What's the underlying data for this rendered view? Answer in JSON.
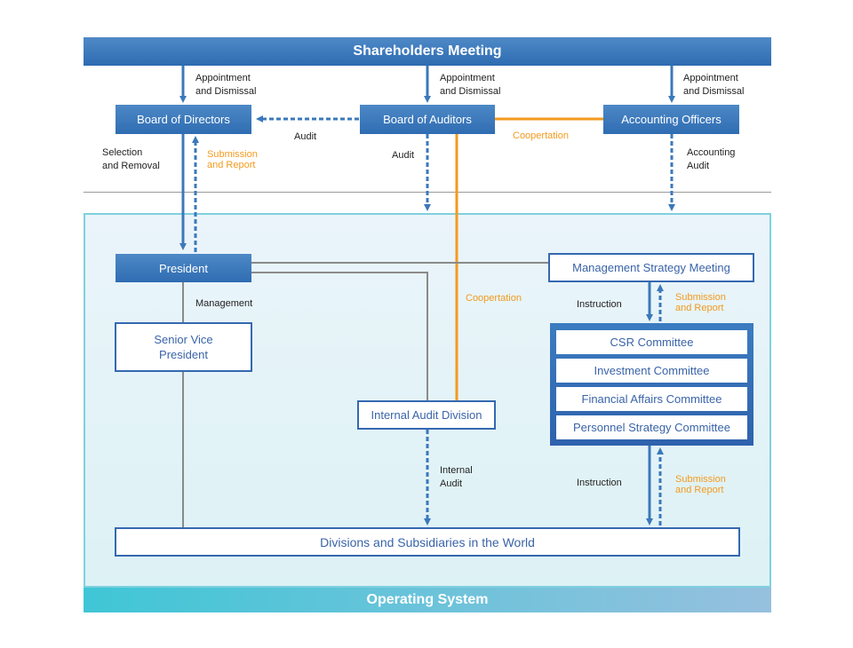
{
  "shareholders_meeting": "Shareholders Meeting",
  "board_of_directors": "Board of Directors",
  "board_of_auditors": "Board of Auditors",
  "accounting_officers": "Accounting Officers",
  "appointment_dismissal_1": "Appointment\nand Dismissal",
  "appointment_dismissal_2": "Appointment\nand Dismissal",
  "appointment_dismissal_3": "Appointment\nand Dismissal",
  "audit_to_directors": "Audit",
  "cooperation_top": "Coopertation",
  "selection_removal": "Selection\nand Removal",
  "submission_report_1": "Submission\nand Report",
  "audit_down": "Audit",
  "accounting_audit": "Accounting\nAudit",
  "president": "President",
  "management_strategy_meeting": "Management Strategy Meeting",
  "management": "Management",
  "cooperation_mid": "Coopertation",
  "instruction_1": "Instruction",
  "submission_report_2": "Submission\nand Report",
  "senior_vice_president": "Senior Vice\nPresident",
  "committees": [
    "CSR Committee",
    "Investment Committee",
    "Financial Affairs Committee",
    "Personnel Strategy Committee"
  ],
  "internal_audit_division": "Internal Audit Division",
  "internal_audit": "Internal\nAudit",
  "instruction_2": "Instruction",
  "submission_report_3": "Submission\nand Report",
  "divisions_subsidiaries": "Divisions and Subsidiaries in the World",
  "operating_system": "Operating System",
  "colors": {
    "primary_blue": "#2f6cb2",
    "orange": "#f39a1e",
    "teal": "#3fc6d6",
    "gray_line": "#8a8a8a"
  }
}
